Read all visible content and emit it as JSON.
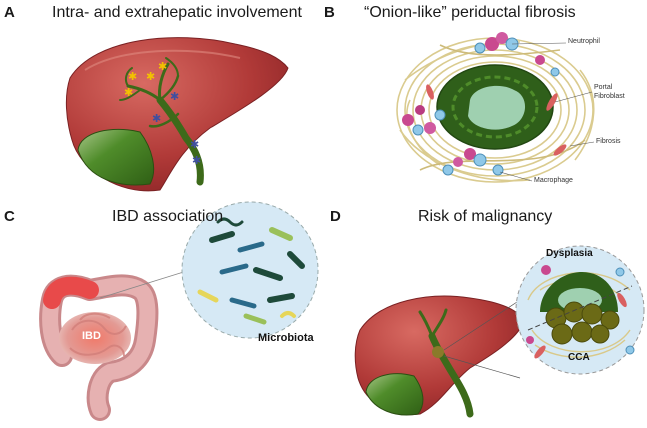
{
  "panels": {
    "a": {
      "letter": "A",
      "title": "Intra- and extrahepatic involvement"
    },
    "b": {
      "letter": "B",
      "title": "“Onion-like” periductal fibrosis",
      "labels": {
        "neutrophil": "Neutrophil",
        "portal": "Portal",
        "fibroblast": "Fibroblast",
        "fibrosis": "Fibrosis",
        "macrophage": "Macrophage"
      }
    },
    "c": {
      "letter": "C",
      "title": "IBD association",
      "labels": {
        "ibd": "IBD",
        "microbiota": "Microbiota"
      }
    },
    "d": {
      "letter": "D",
      "title": "Risk of malignancy",
      "labels": {
        "dysplasia": "Dysplasia",
        "cca": "CCA"
      }
    }
  },
  "colors": {
    "liver": "#b5393a",
    "liver_light": "#d0605a",
    "gallbladder": "#3f7a1f",
    "bile_duct": "#4a6e1e",
    "fibrosis_fiber": "#d9c98a",
    "duct_lumen": "#9fd0b0",
    "colon": "#d49a9a",
    "inflamed_colon": "#e84a4a",
    "microbiota_bg": "#d6e9f5",
    "star_yellow": "#f2c200",
    "star_blue": "#3f4fa0"
  }
}
